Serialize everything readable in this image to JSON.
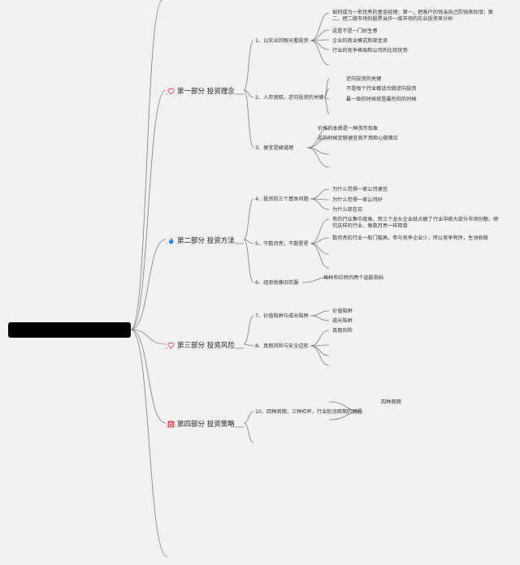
{
  "root": {
    "label": ""
  },
  "parts": [
    {
      "label": "第一部分 投资理念",
      "icon": "heart-outline-icon",
      "color": "#e04a5a",
      "children": [
        {
          "label": "1、以实业的眼光看投资",
          "leaves": [
            "如何成为一名优秀的基金经理：第一，把客户的钱当自己的钱来珍惜；第二，把二级市场的股票当作一级市场的实业投资来分析",
            "这是不是一门好生意",
            "企业的商业模式和现金流",
            "行业的竞争格局和公司的比较优势",
            ""
          ]
        },
        {
          "label": "2、人弃我取，逆向投资的关键",
          "leaves": [
            "逆向投资的关键",
            "不是每个行业都适合做逆向投资",
            "最一致的时候就是最危险的时候",
            ""
          ]
        },
        {
          "label": "3、便宜是硬道理",
          "leaves": [
            "价格的本质是一种货币现象",
            "买的时候足够便宜就不用担心做傻瓜",
            "",
            ""
          ]
        }
      ]
    },
    {
      "label": "第二部分 投资方法",
      "icon": "flame-icon",
      "color": "#2f7fd6",
      "children": [
        {
          "label": "4、投资的三个基本问题",
          "leaves": [
            "为什么觉得一家公司便宜",
            "为什么觉得一家公司好",
            "为什么现在买"
          ]
        },
        {
          "label": "5、宁数月亮，不数星星",
          "leaves": [
            "有的行业集中度高，用三个龙头企业就占据了行业中绝大部分市场份额，研究这样的行业，像数月亮一样简单",
            "数月亮的行业一般门槛高，参与竞争企业少，所以竞争有序，生池收稳",
            "",
            ""
          ]
        },
        {
          "label": "6、经验就像旧衣服",
          "leaves": [
            "格林布拉特的两个选股指标"
          ]
        }
      ]
    },
    {
      "label": "第三部分 投资风险",
      "icon": "heart-outline-icon",
      "color": "#e04a5a",
      "children": [
        {
          "label": "7、价值陷阱与成长陷阱",
          "leaves": [
            "价值陷阱",
            "成长陷阱"
          ]
        },
        {
          "label": "8、真假风险与安全边际",
          "leaves": [
            "真假风险",
            "",
            "",
            ""
          ]
        }
      ]
    },
    {
      "label": "第四部分 投资策略",
      "icon": "house-icon",
      "color": "#e04a5a",
      "children": [
        {
          "label": "10、四种周期，三种杠杆，行业轮动周期的把握",
          "leaves": [
            "四种周期",
            ""
          ]
        }
      ]
    }
  ]
}
